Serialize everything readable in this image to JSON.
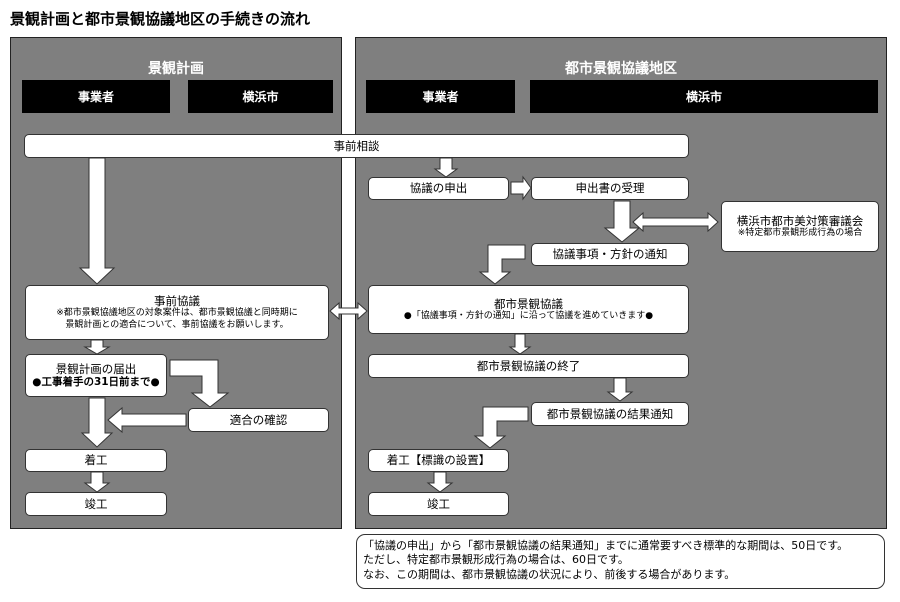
{
  "title": "景観計画と都市景観協議地区の手続きの流れ",
  "left": {
    "heading": "景観計画",
    "actors": [
      "事業者",
      "横浜市"
    ]
  },
  "right": {
    "heading": "都市景観協議地区",
    "actors": [
      "事業者",
      "横浜市"
    ]
  },
  "steps": {
    "prior_consult": "事前相談",
    "apply": "協議の申出",
    "accept": "申出書の受理",
    "council": "横浜市都市美対策審議会",
    "council_note": "※特定都市景観形成行為の場合",
    "notice": "協議事項・方針の通知",
    "prior_discuss": "事前協議",
    "prior_discuss_note1": "※都市景観協議地区の対象案件は、都市景観協議と同時期に",
    "prior_discuss_note2": "景観計画との適合について、事前協議をお願いします。",
    "urban_discuss": "都市景観協議",
    "urban_discuss_note": "●「協議事項・方針の通知」に沿って協議を進めていきます●",
    "report": "景観計画の届出",
    "report_note": "●工事着手の31日前まで●",
    "end_discuss": "都市景観協議の終了",
    "conformity": "適合の確認",
    "result": "都市景観協議の結果通知",
    "start_left": "着工",
    "start_right": "着工【標識の設置】",
    "complete_left": "竣工",
    "complete_right": "竣工"
  },
  "note": [
    "「協議の申出」から「都市景観協議の結果通知」までに通常要すべき標準的な期間は、50日です。",
    "ただし、特定都市景観形成行為の場合は、60日です。",
    "なお、この期間は、都市景観協議の状況により、前後する場合があります。"
  ]
}
